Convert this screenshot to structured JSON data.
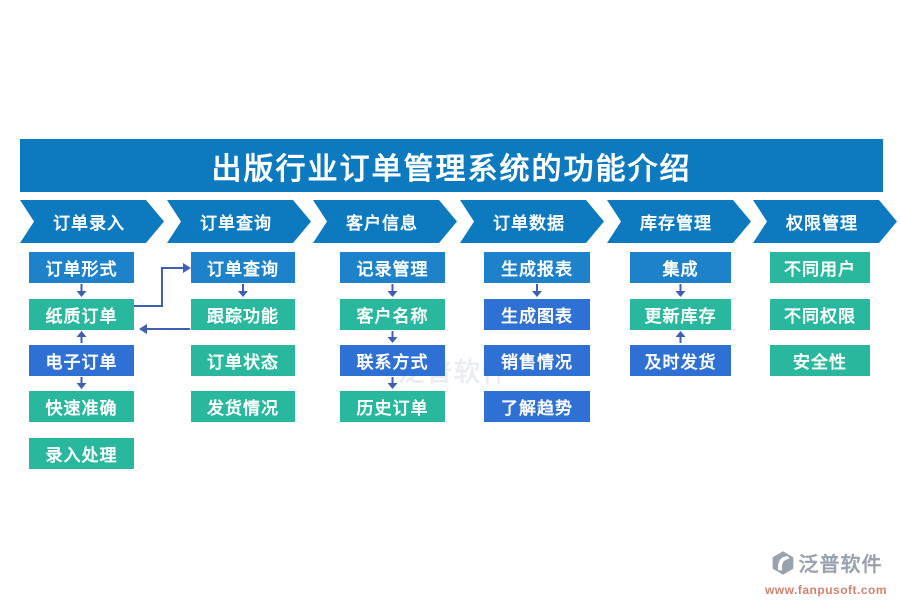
{
  "title": "出版行业订单管理系统的功能介绍",
  "colors": {
    "header_blue": "#0d79bf",
    "box_azure": "#1e82cb",
    "box_royal": "#2e70d3",
    "box_teal": "#29b89d",
    "arrow": "#3e5fb3"
  },
  "columns": [
    {
      "header": "订单录入",
      "items": [
        {
          "label": "订单形式",
          "color": "azure"
        },
        {
          "label": "纸质订单",
          "color": "teal"
        },
        {
          "label": "电子订单",
          "color": "royal"
        },
        {
          "label": "快速准确",
          "color": "teal"
        },
        {
          "label": "录入处理",
          "color": "teal"
        }
      ],
      "arrows": [
        "down",
        "up",
        "down",
        "none"
      ]
    },
    {
      "header": "订单查询",
      "items": [
        {
          "label": "订单查询",
          "color": "azure"
        },
        {
          "label": "跟踪功能",
          "color": "teal"
        },
        {
          "label": "订单状态",
          "color": "teal"
        },
        {
          "label": "发货情况",
          "color": "teal"
        }
      ],
      "arrows": [
        "down",
        "none",
        "none"
      ]
    },
    {
      "header": "客户信息",
      "items": [
        {
          "label": "记录管理",
          "color": "azure"
        },
        {
          "label": "客户名称",
          "color": "teal"
        },
        {
          "label": "联系方式",
          "color": "royal"
        },
        {
          "label": "历史订单",
          "color": "teal"
        }
      ],
      "arrows": [
        "down",
        "down",
        "down"
      ]
    },
    {
      "header": "订单数据",
      "items": [
        {
          "label": "生成报表",
          "color": "azure"
        },
        {
          "label": "生成图表",
          "color": "royal"
        },
        {
          "label": "销售情况",
          "color": "royal"
        },
        {
          "label": "了解趋势",
          "color": "royal"
        }
      ],
      "arrows": [
        "down",
        "none",
        "none"
      ]
    },
    {
      "header": "库存管理",
      "items": [
        {
          "label": "集成",
          "color": "azure"
        },
        {
          "label": "更新库存",
          "color": "teal"
        },
        {
          "label": "及时发货",
          "color": "royal"
        }
      ],
      "arrows": [
        "down",
        "up"
      ]
    },
    {
      "header": "权限管理",
      "items": [
        {
          "label": "不同用户",
          "color": "teal"
        },
        {
          "label": "不同权限",
          "color": "teal"
        },
        {
          "label": "安全性",
          "color": "teal"
        }
      ],
      "arrows": [
        "none",
        "none"
      ]
    }
  ],
  "connectors": [
    {
      "from": "纸质订单",
      "to": "订单查询",
      "type": "elbow-right"
    },
    {
      "from": "跟踪功能",
      "to": "纸质订单",
      "type": "straight-left"
    }
  ],
  "watermark": "泛普软件",
  "logo": {
    "name": "泛普软件",
    "url": "www.fanpusoft.com"
  }
}
